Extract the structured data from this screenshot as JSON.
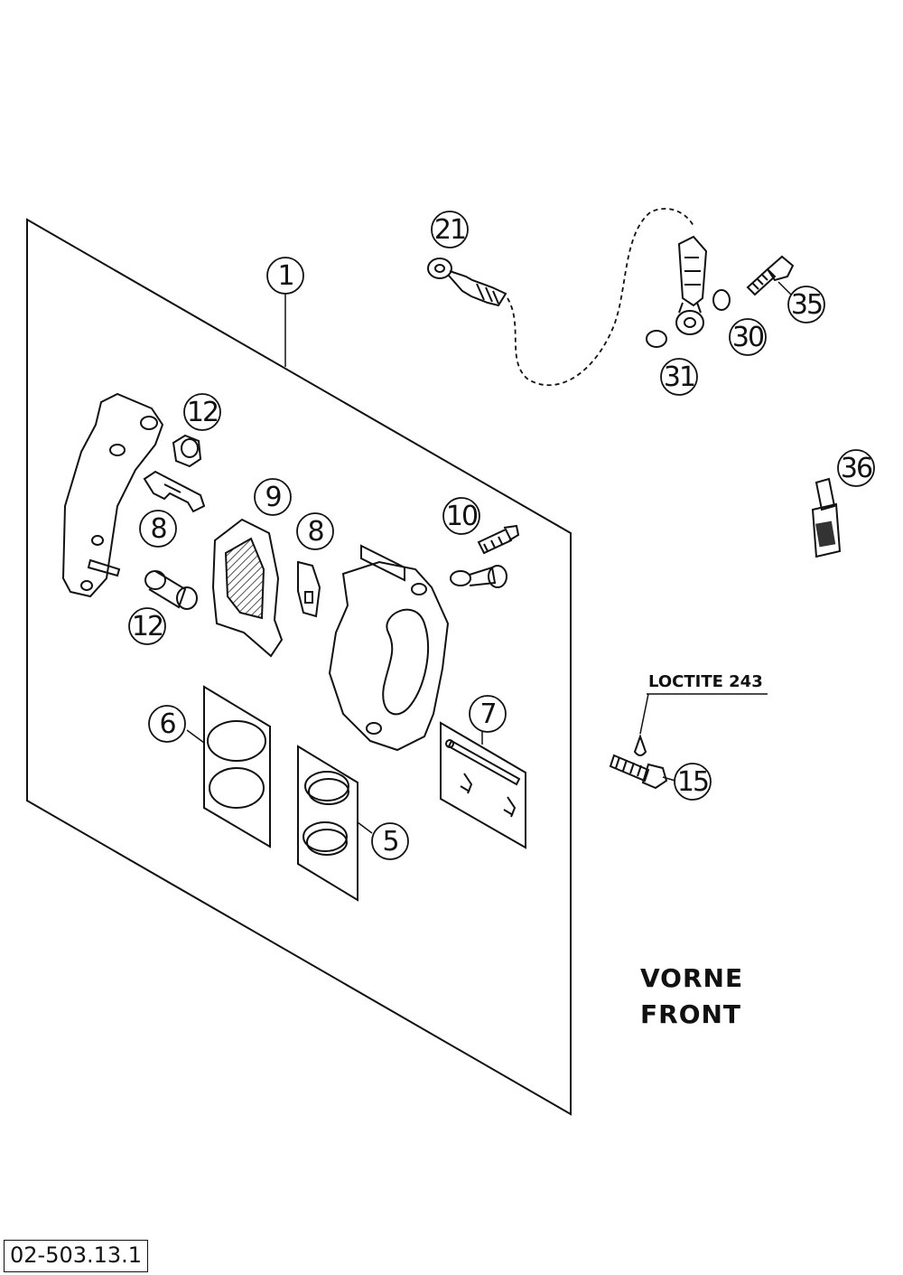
{
  "callouts": [
    {
      "id": "c1",
      "number": "1"
    },
    {
      "id": "c21",
      "number": "21"
    },
    {
      "id": "c35",
      "number": "35"
    },
    {
      "id": "c30",
      "number": "30"
    },
    {
      "id": "c31",
      "number": "31"
    },
    {
      "id": "c12a",
      "number": "12"
    },
    {
      "id": "c36",
      "number": "36"
    },
    {
      "id": "c9",
      "number": "9"
    },
    {
      "id": "c8a",
      "number": "8"
    },
    {
      "id": "c8b",
      "number": "8"
    },
    {
      "id": "c10",
      "number": "10"
    },
    {
      "id": "c12b",
      "number": "12"
    },
    {
      "id": "c7",
      "number": "7"
    },
    {
      "id": "c6",
      "number": "6"
    },
    {
      "id": "c15",
      "number": "15"
    },
    {
      "id": "c5",
      "number": "5"
    }
  ],
  "labels": {
    "loctite": "LOCTITE 243",
    "position_de": "VORNE",
    "position_en": "FRONT"
  },
  "diagram_code": "02-503.13.1"
}
